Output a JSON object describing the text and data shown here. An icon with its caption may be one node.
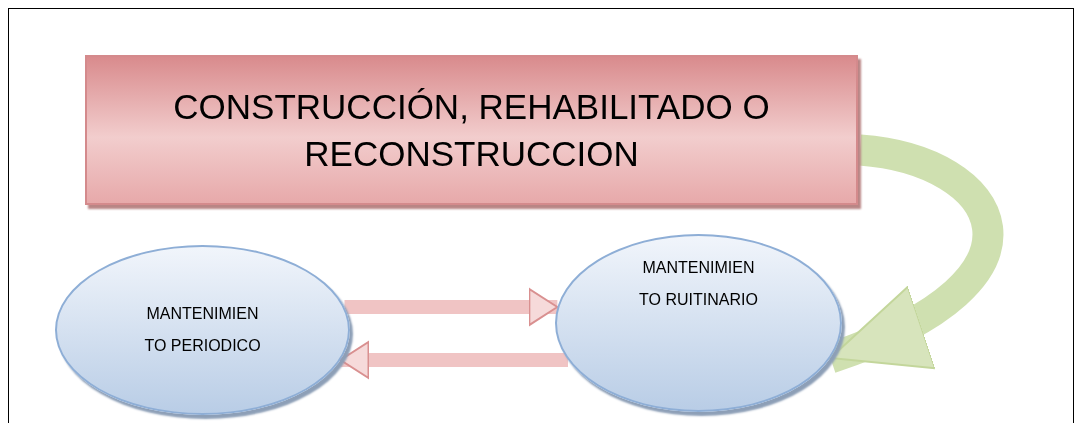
{
  "diagram": {
    "nodes": [
      {
        "text": [
          "CONSTRUCCIÓN, REHABILITADO O RECONSTRUCCION"
        ]
      },
      {
        "text": [
          "MANTENIMIEN TO PERIODICO"
        ]
      },
      {
        "text": [
          "MANTENIMIEN TO RUITINARIO"
        ]
      }
    ],
    "edges": [
      {
        "from": 1,
        "to": 2,
        "arrow": "to"
      },
      {
        "from": 2,
        "to": 1,
        "arrow": "to"
      },
      {
        "from": 0,
        "to": 2,
        "arrow": "to",
        "style": "thick",
        "color": "#cfe0b0"
      }
    ]
  }
}
